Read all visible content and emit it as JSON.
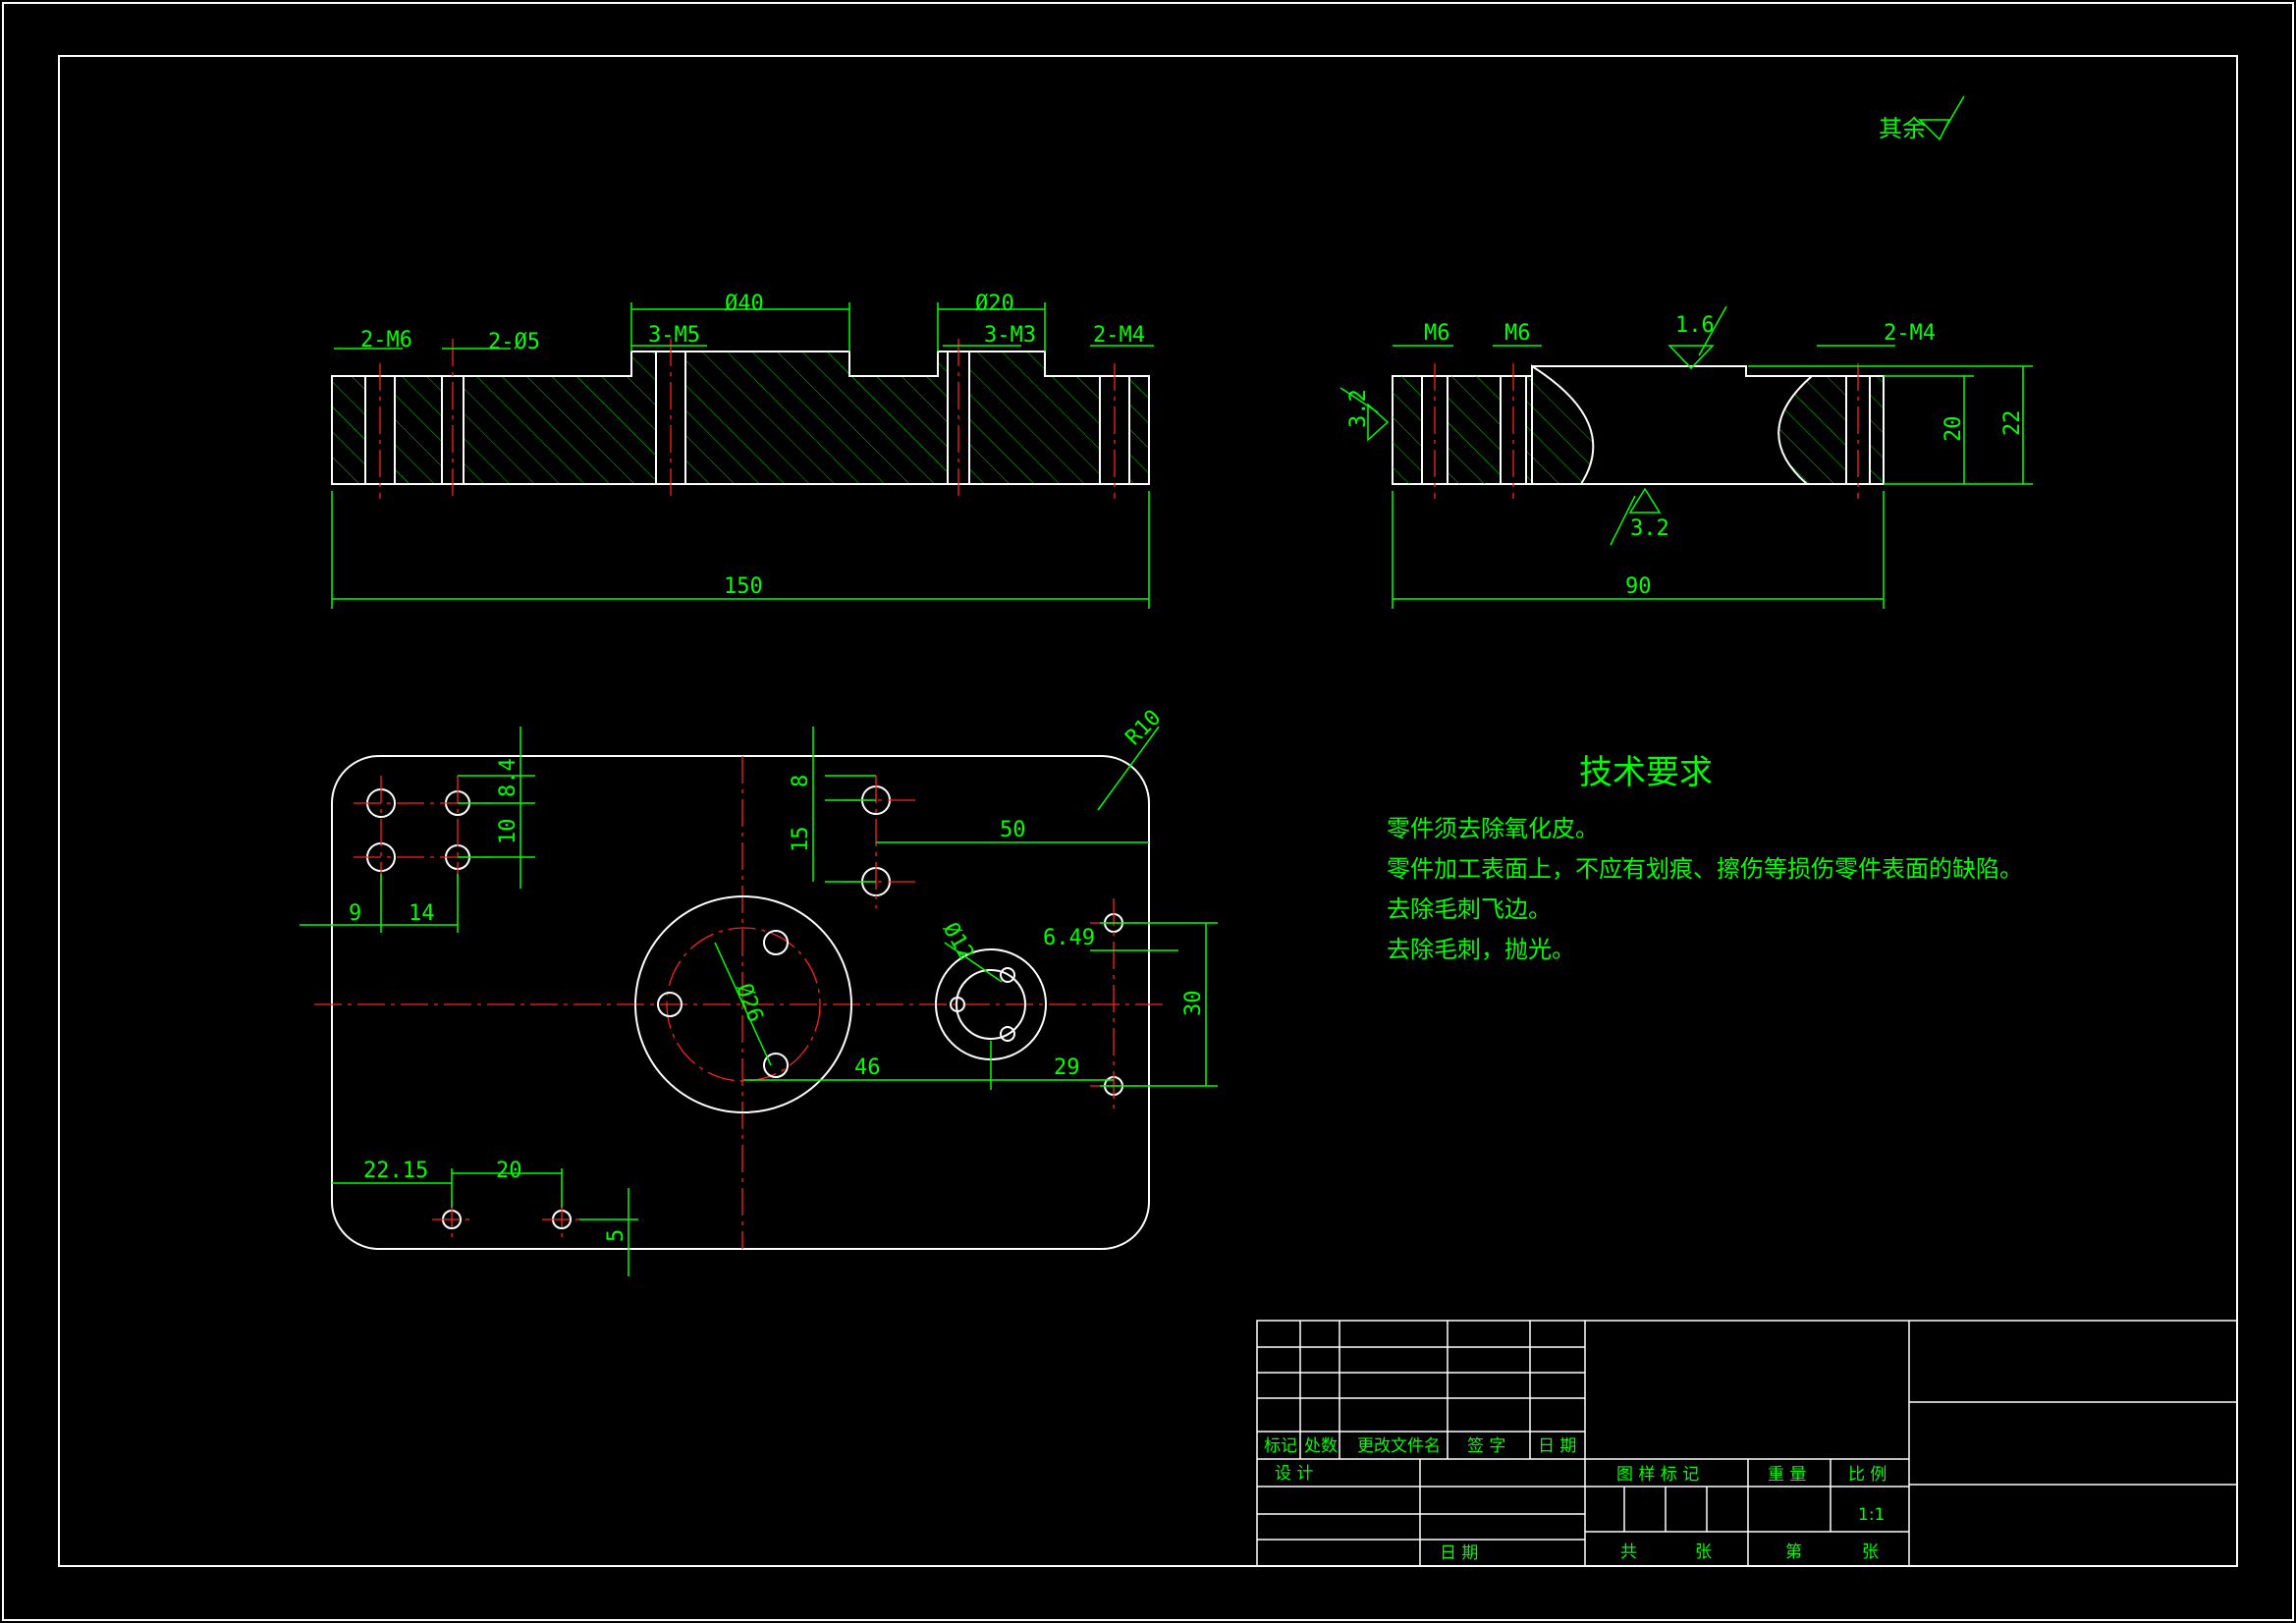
{
  "roughness_note": "其余",
  "front_view": {
    "top_labels": [
      "2-M6",
      "2-Ø5",
      "3-M5",
      "Ø40",
      "Ø20",
      "3-M3",
      "2-M4"
    ],
    "length": "150"
  },
  "side_view": {
    "top_labels": [
      "M6",
      "M6",
      "2-M4"
    ],
    "roughness_top": "1.6",
    "roughness_left": "3.2",
    "roughness_bottom": "3.2",
    "height_inner": "20",
    "height_outer": "22",
    "width": "90"
  },
  "plan_view": {
    "dims": [
      "8.4",
      "10",
      "9",
      "14",
      "8",
      "15",
      "50",
      "R10",
      "Ø12",
      "6.49",
      "Ø26",
      "46",
      "29",
      "30",
      "22.15",
      "20",
      "5"
    ]
  },
  "tech_req": {
    "title": "技术要求",
    "items": [
      "零件须去除氧化皮。",
      "零件加工表面上，不应有划痕、擦伤等损伤零件表面的缺陷。",
      "去除毛刺飞边。",
      "去除毛刺，抛光。"
    ]
  },
  "title_block": {
    "rev_headers": [
      "标记",
      "处数",
      "更改文件名",
      "签  字",
      "日  期"
    ],
    "design": "设  计",
    "date": "日  期",
    "drawing_mark": "图 样 标 记",
    "weight": "重 量",
    "scale_label": "比 例",
    "scale": "1:1",
    "total": "共",
    "sheet_unit": "张",
    "sheet": "第",
    "sheet_unit2": "张"
  }
}
